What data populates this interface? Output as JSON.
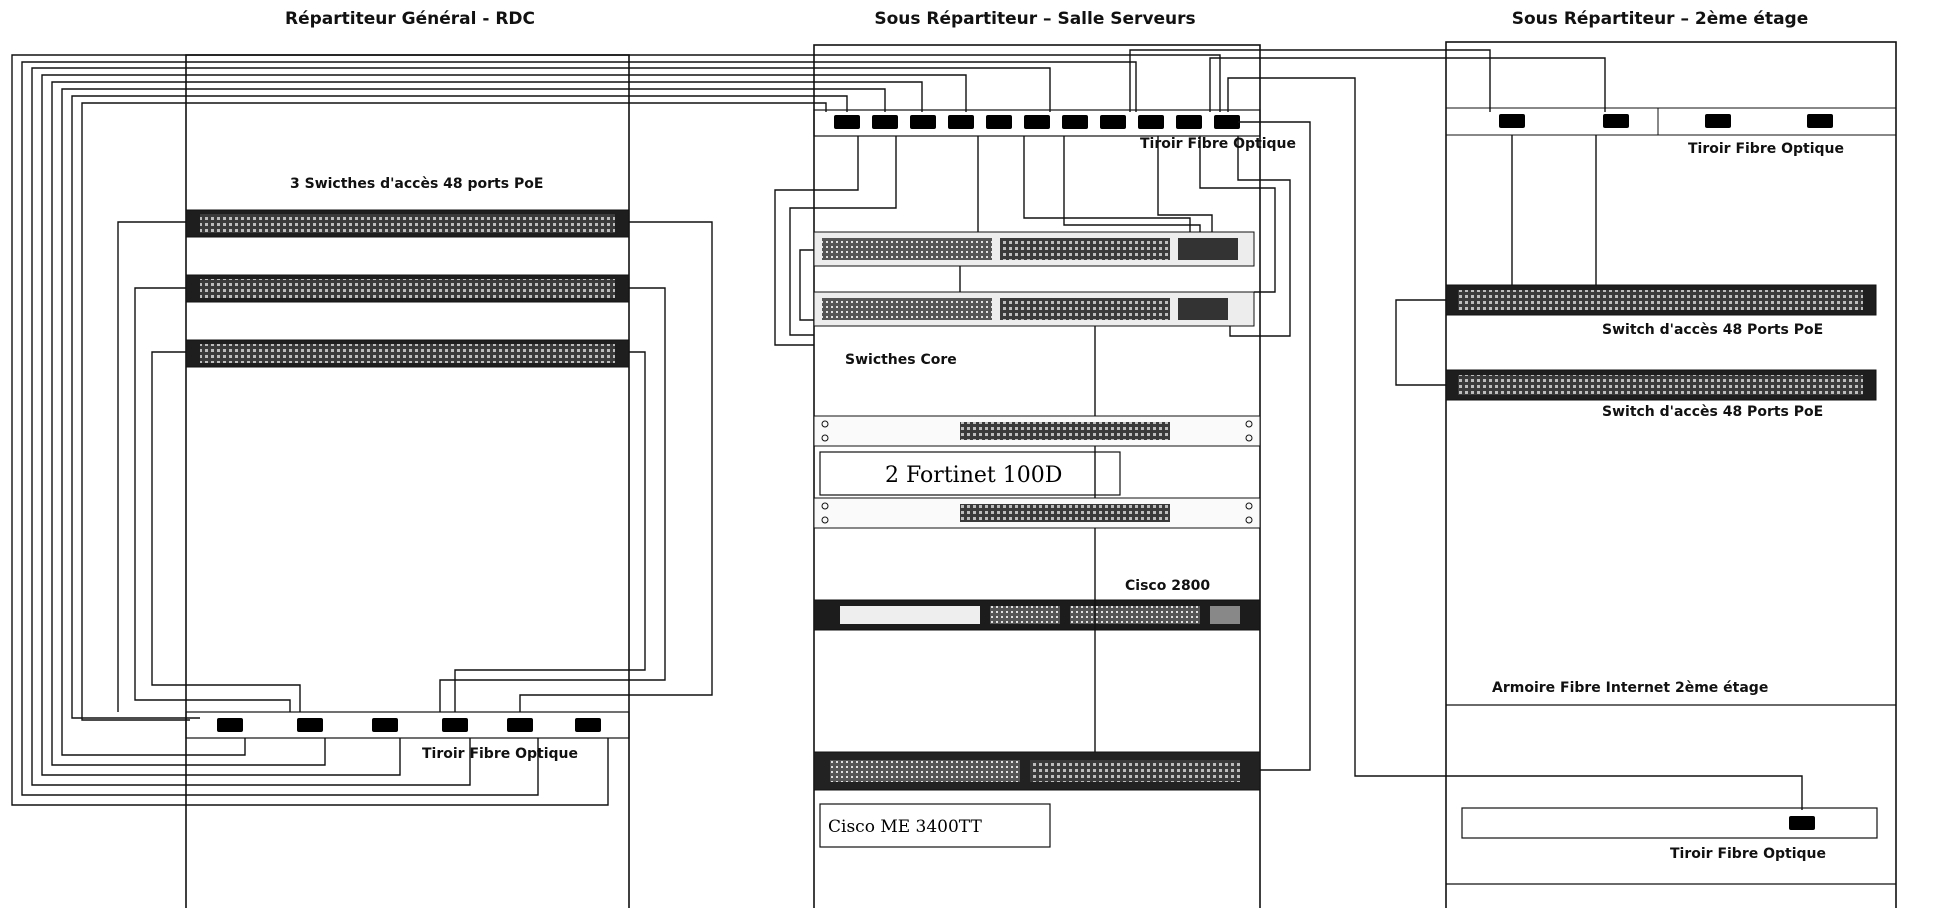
{
  "racks": {
    "rdc": {
      "title": "Répartiteur Général - RDC",
      "switches_label": "3 Swicthes d'accès 48 ports PoE",
      "drawer_label": "Tiroir Fibre Optique"
    },
    "servers": {
      "title": "Sous Répartiteur – Salle Serveurs",
      "drawer_label": "Tiroir Fibre Optique",
      "core_label": "Swicthes Core",
      "fortinet_label": "2 Fortinet 100D",
      "cisco2800_label": "Cisco 2800",
      "me3400_label": "Cisco ME 3400TT"
    },
    "floor2": {
      "title": "Sous Répartiteur – 2ème étage",
      "drawer_label": "Tiroir Fibre Optique",
      "switch_label_1": "Switch d'accès 48 Ports PoE",
      "switch_label_2": "Switch d'accès 48 Ports PoE",
      "internet_cabinet_label": "Armoire Fibre Internet 2ème étage",
      "internet_drawer_label": "Tiroir Fibre Optique"
    }
  },
  "colors": {
    "ink": "#111111",
    "device": "#2a2a2a",
    "paper": "#ffffff"
  },
  "icons": {
    "fiber_port": "duplex-lc-connector-icon",
    "switch": "rack-switch-icon",
    "router": "rack-router-icon",
    "firewall": "rack-firewall-icon"
  }
}
